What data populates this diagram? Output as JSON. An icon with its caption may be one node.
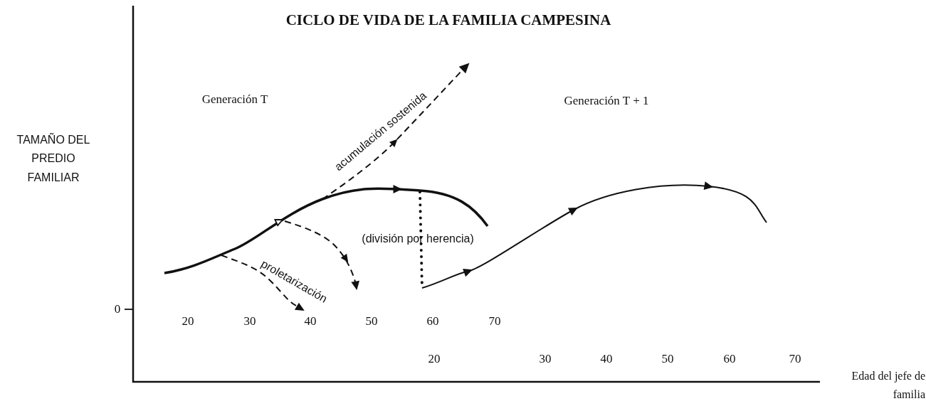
{
  "diagram": {
    "title": "CICLO DE VIDA DE LA FAMILIA CAMPESINA",
    "labels": [
      "TAMAÑO DEL PREDIO FAMILIAR",
      "Generación T",
      "Generación T + 1",
      "acumulación sostenida",
      "(división por herencia)",
      "proletarización",
      "0",
      "20",
      "30",
      "40",
      "50",
      "60",
      "70",
      "20",
      "30",
      "40",
      "50",
      "60",
      "70",
      "Edad del jefe de familia"
    ]
  }
}
